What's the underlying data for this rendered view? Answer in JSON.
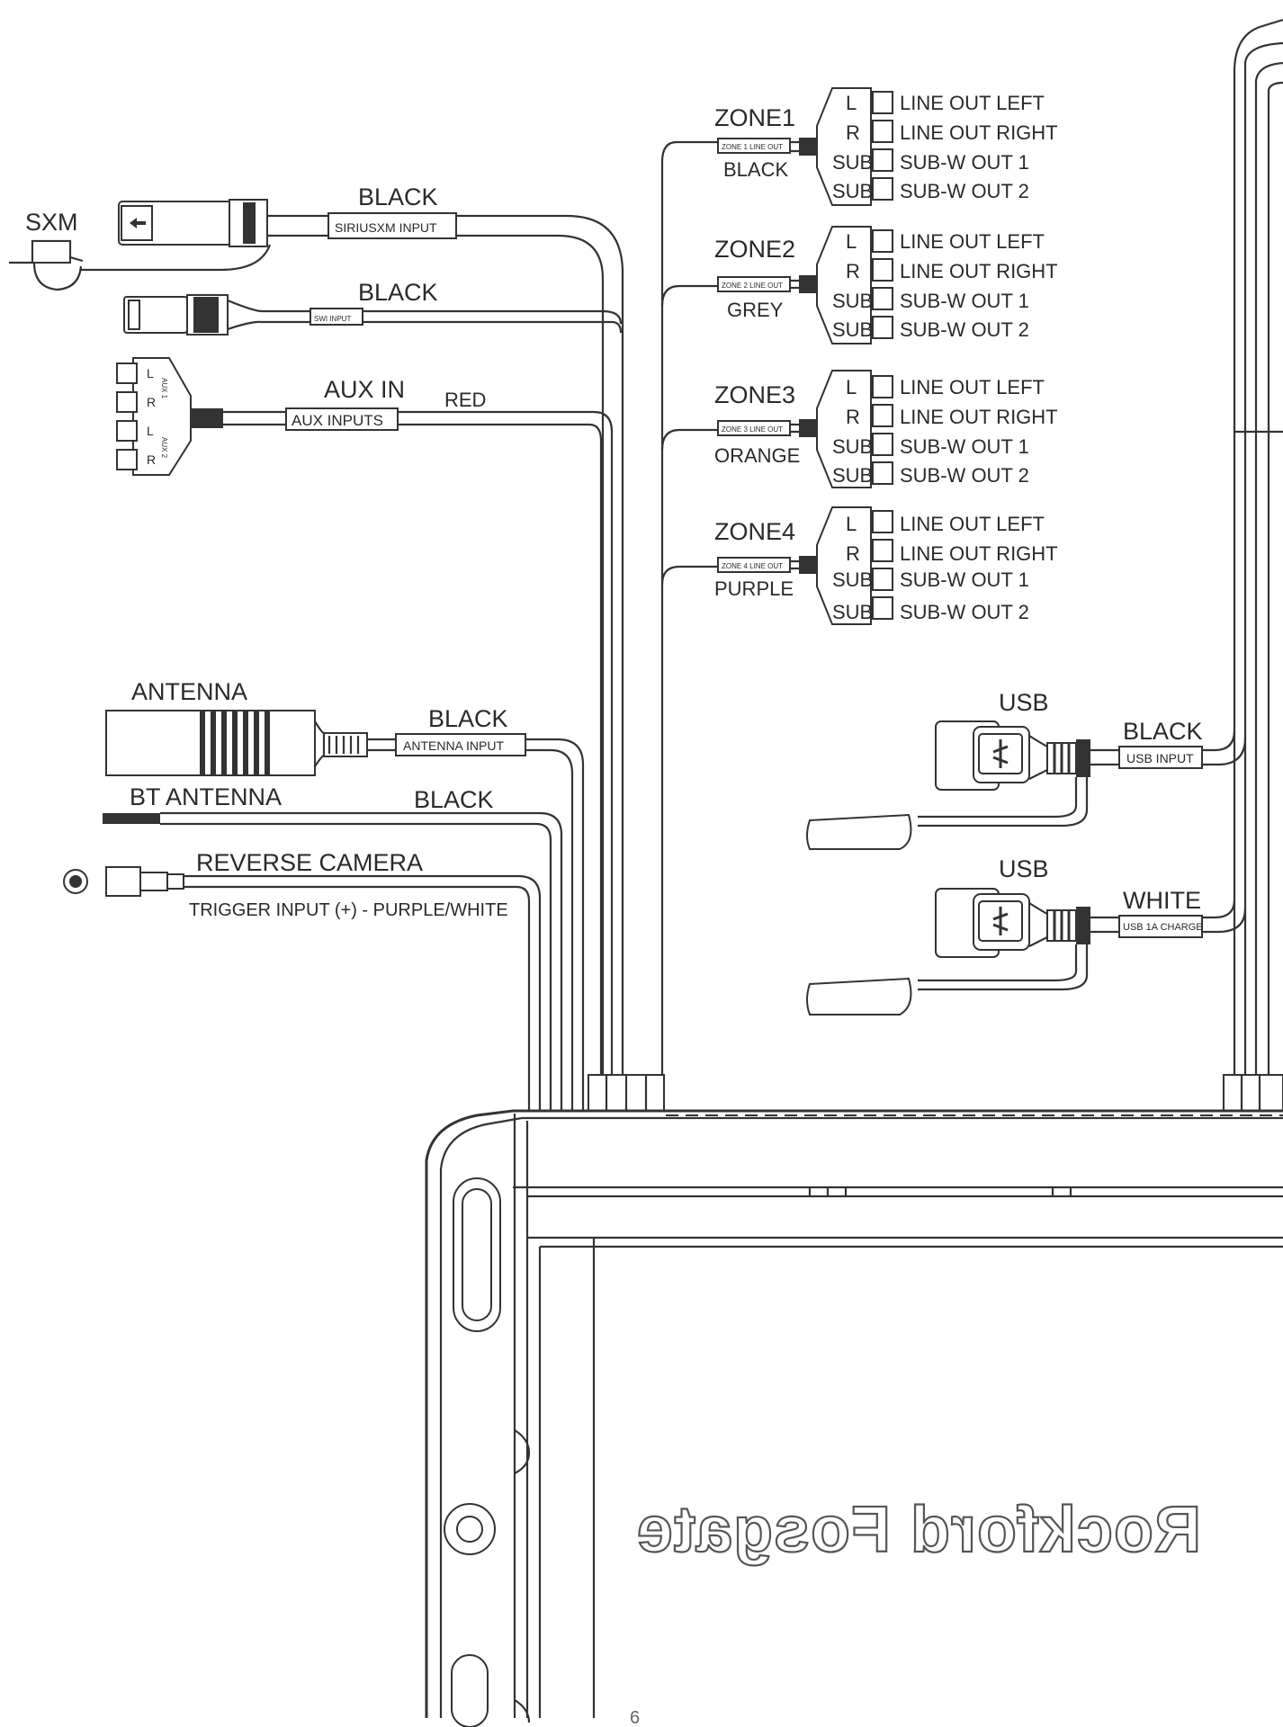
{
  "sxm": {
    "title": "SXM",
    "wire_color": "BLACK",
    "tag": "SIRIUSXM INPUT"
  },
  "swi": {
    "wire_color": "BLACK",
    "tag": "SWI INPUT"
  },
  "aux": {
    "title": "AUX IN",
    "wire_color": "RED",
    "tag": "AUX INPUTS",
    "aux1": "AUX 1",
    "aux2": "AUX 2",
    "l": "L",
    "r": "R"
  },
  "antenna": {
    "title": "ANTENNA",
    "wire_color": "BLACK",
    "tag": "ANTENNA INPUT"
  },
  "bt": {
    "title": "BT ANTENNA",
    "wire_color": "BLACK"
  },
  "camera": {
    "title": "REVERSE CAMERA",
    "trigger": "TRIGGER INPUT (+) - PURPLE/WHITE"
  },
  "zone_outputs": {
    "l": "L",
    "r": "R",
    "sub": "SUB",
    "line_left": "LINE OUT LEFT",
    "line_right": "LINE OUT RIGHT",
    "sub1": "SUB-W OUT 1",
    "sub2": "SUB-W OUT 2"
  },
  "zones": [
    {
      "name": "ZONE1",
      "color": "BLACK",
      "tag": "ZONE 1 LINE OUT"
    },
    {
      "name": "ZONE2",
      "color": "GREY",
      "tag": "ZONE 2 LINE OUT"
    },
    {
      "name": "ZONE3",
      "color": "ORANGE",
      "tag": "ZONE 3 LINE OUT"
    },
    {
      "name": "ZONE4",
      "color": "PURPLE",
      "tag": "ZONE 4 LINE OUT"
    }
  ],
  "usb1": {
    "title": "USB",
    "wire_color": "BLACK",
    "tag": "USB INPUT"
  },
  "usb2": {
    "title": "USB",
    "wire_color": "WHITE",
    "tag": "USB 1A CHARGE"
  },
  "logo": "Rockford Fosgate",
  "page_number": "6"
}
